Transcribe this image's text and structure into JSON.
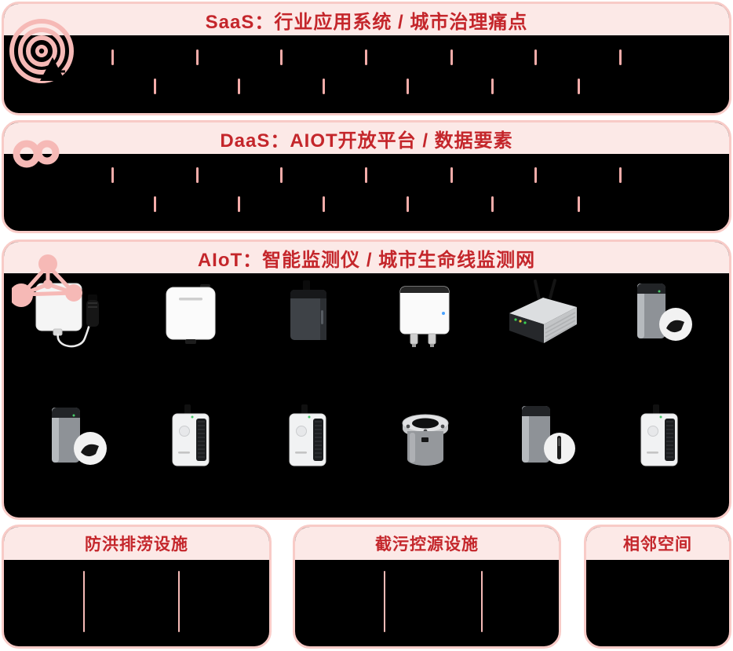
{
  "colors": {
    "page_background": "#ffffff",
    "panel_border": "#f8cbc7",
    "header_background": "#fce9e7",
    "content_background": "#000000",
    "title_red": "#c4262b",
    "separator_pink": "#f3aca9",
    "icon_pink": "#f6b9b6"
  },
  "sections": {
    "saas": {
      "title": "SaaS：行业应用系统 / 城市治理痛点",
      "icon": "radar-icon",
      "separator_rows": [
        7,
        6
      ]
    },
    "daas": {
      "title": "DaaS：AIOT开放平台 / 数据要素",
      "icon": "infinity-icon",
      "separator_rows": [
        7,
        6
      ]
    },
    "aiot": {
      "title": "AIoT：智能监测仪 / 城市生命线监测网",
      "icon": "network-molecule-icon",
      "devices_row1": [
        "wall-mount-sensor-with-cable-probe",
        "flat-white-gateway",
        "dark-gray-sensor-box",
        "white-controller-with-connectors",
        "dual-antenna-gateway-router",
        "gray-tower-with-round-sensor-badge"
      ],
      "devices_row2": [
        "gray-tower-with-round-sensor-badge",
        "white-monitor-with-side-vent",
        "white-monitor-with-side-vent",
        "flanged-cylinder-well-sensor",
        "gray-tower-with-probe-badge",
        "white-monitor-with-side-vent"
      ]
    },
    "flood": {
      "title": "防洪排涝设施",
      "dividers": 2
    },
    "sewage": {
      "title": "截污控源设施",
      "dividers": 2
    },
    "adjacent": {
      "title": "相邻空间",
      "dividers": 0
    }
  }
}
